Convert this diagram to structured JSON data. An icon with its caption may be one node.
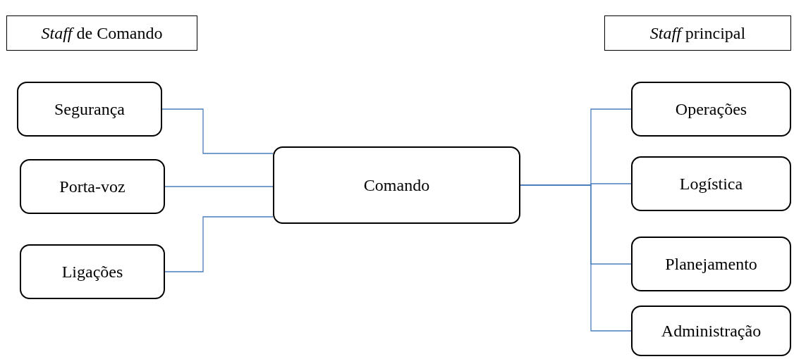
{
  "diagram": {
    "nodes": [
      {
        "text": [
          "*Staff* de Comando"
        ]
      },
      {
        "text": [
          "*Staff* principal"
        ]
      },
      {
        "text": [
          "Segurança"
        ]
      },
      {
        "text": [
          "Porta-voz"
        ]
      },
      {
        "text": [
          "Ligações"
        ]
      },
      {
        "text": [
          "Comando"
        ]
      },
      {
        "text": [
          "Operações"
        ]
      },
      {
        "text": [
          "Logística"
        ]
      },
      {
        "text": [
          "Planejamento"
        ]
      },
      {
        "text": [
          "Administração"
        ]
      }
    ],
    "edges": [
      {
        "from": 5,
        "to": 2,
        "arrow": "none"
      },
      {
        "from": 5,
        "to": 3,
        "arrow": "none"
      },
      {
        "from": 5,
        "to": 4,
        "arrow": "none"
      },
      {
        "from": 5,
        "to": 6,
        "arrow": "none"
      },
      {
        "from": 5,
        "to": 7,
        "arrow": "none"
      },
      {
        "from": 5,
        "to": 8,
        "arrow": "none"
      },
      {
        "from": 5,
        "to": 9,
        "arrow": "none"
      }
    ]
  }
}
